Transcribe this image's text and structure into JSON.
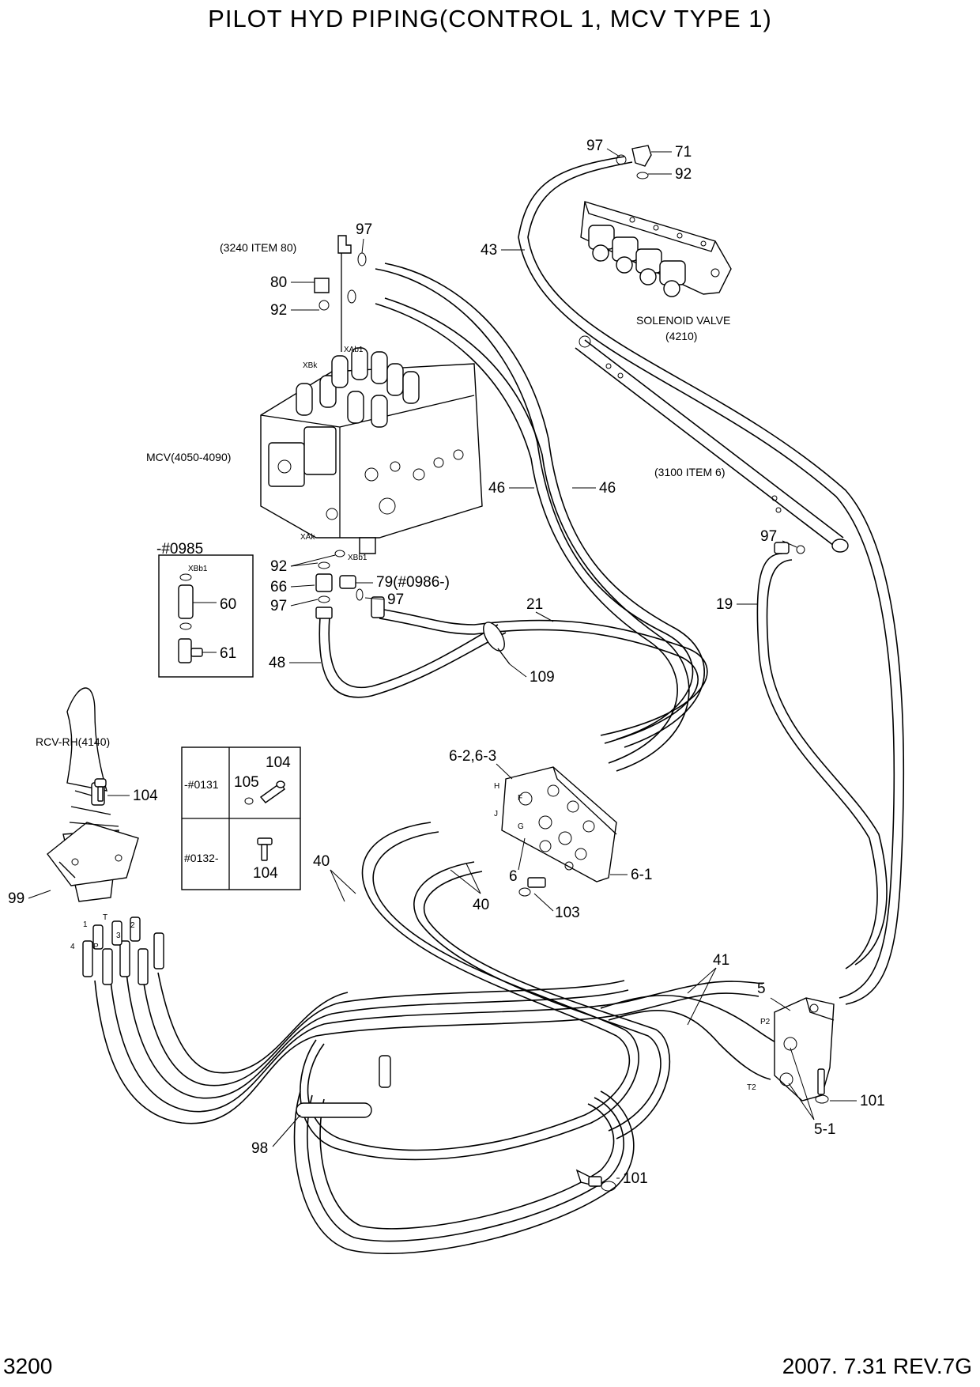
{
  "header": {
    "title": "PILOT HYD PIPING(CONTROL 1, MCV TYPE 1)",
    "page_number": "3200",
    "date_revision": "2007. 7.31  REV.7G"
  },
  "components": {
    "solenoid_valve": "SOLENOID VALVE",
    "solenoid_valve_ref": "(4210)",
    "mcv": "MCV(4050-4090)",
    "rcv": "RCV-RH(4140)",
    "ref_3240": "(3240 ITEM 80)",
    "ref_3100": "(3100 ITEM 6)",
    "port_xbk": "XBk",
    "port_xab1": "XAb1",
    "port_xak": "XAk",
    "port_xbb1": "XBb1",
    "port_xbb1_inset": "XBb1"
  },
  "inset_upper": {
    "serial": "-#0985",
    "items": [
      "60",
      "61"
    ]
  },
  "inset_table": {
    "row1_serial": "-#0131",
    "row1_items": [
      "105",
      "104"
    ],
    "row2_serial": "#0132-",
    "row2_items": [
      "104"
    ]
  },
  "block_ports": [
    "H",
    "F",
    "J",
    "G"
  ],
  "rcv_ports": [
    "1",
    "T",
    "3",
    "2",
    "4",
    "P"
  ],
  "manifold_ports": [
    "P2",
    "T2"
  ],
  "callouts": {
    "c97a": "97",
    "c71": "71",
    "c92a": "92",
    "c43": "43",
    "c97b": "97",
    "c80": "80",
    "c92b": "92",
    "c46a": "46",
    "c46b": "46",
    "c92c": "92",
    "c66": "66",
    "c79": "79(#0986-)",
    "c97c": "97",
    "c97d": "97",
    "c48": "48",
    "c21": "21",
    "c109": "109",
    "c97e": "97",
    "c19": "19",
    "c62": "6-2,6-3",
    "c6": "6",
    "c61": "6-1",
    "c103": "103",
    "c40a": "40",
    "c40b": "40",
    "c104": "104",
    "c99": "99",
    "c41": "41",
    "c5": "5",
    "c101a": "101",
    "c51": "5-1",
    "c98": "98",
    "c101b": "101"
  }
}
